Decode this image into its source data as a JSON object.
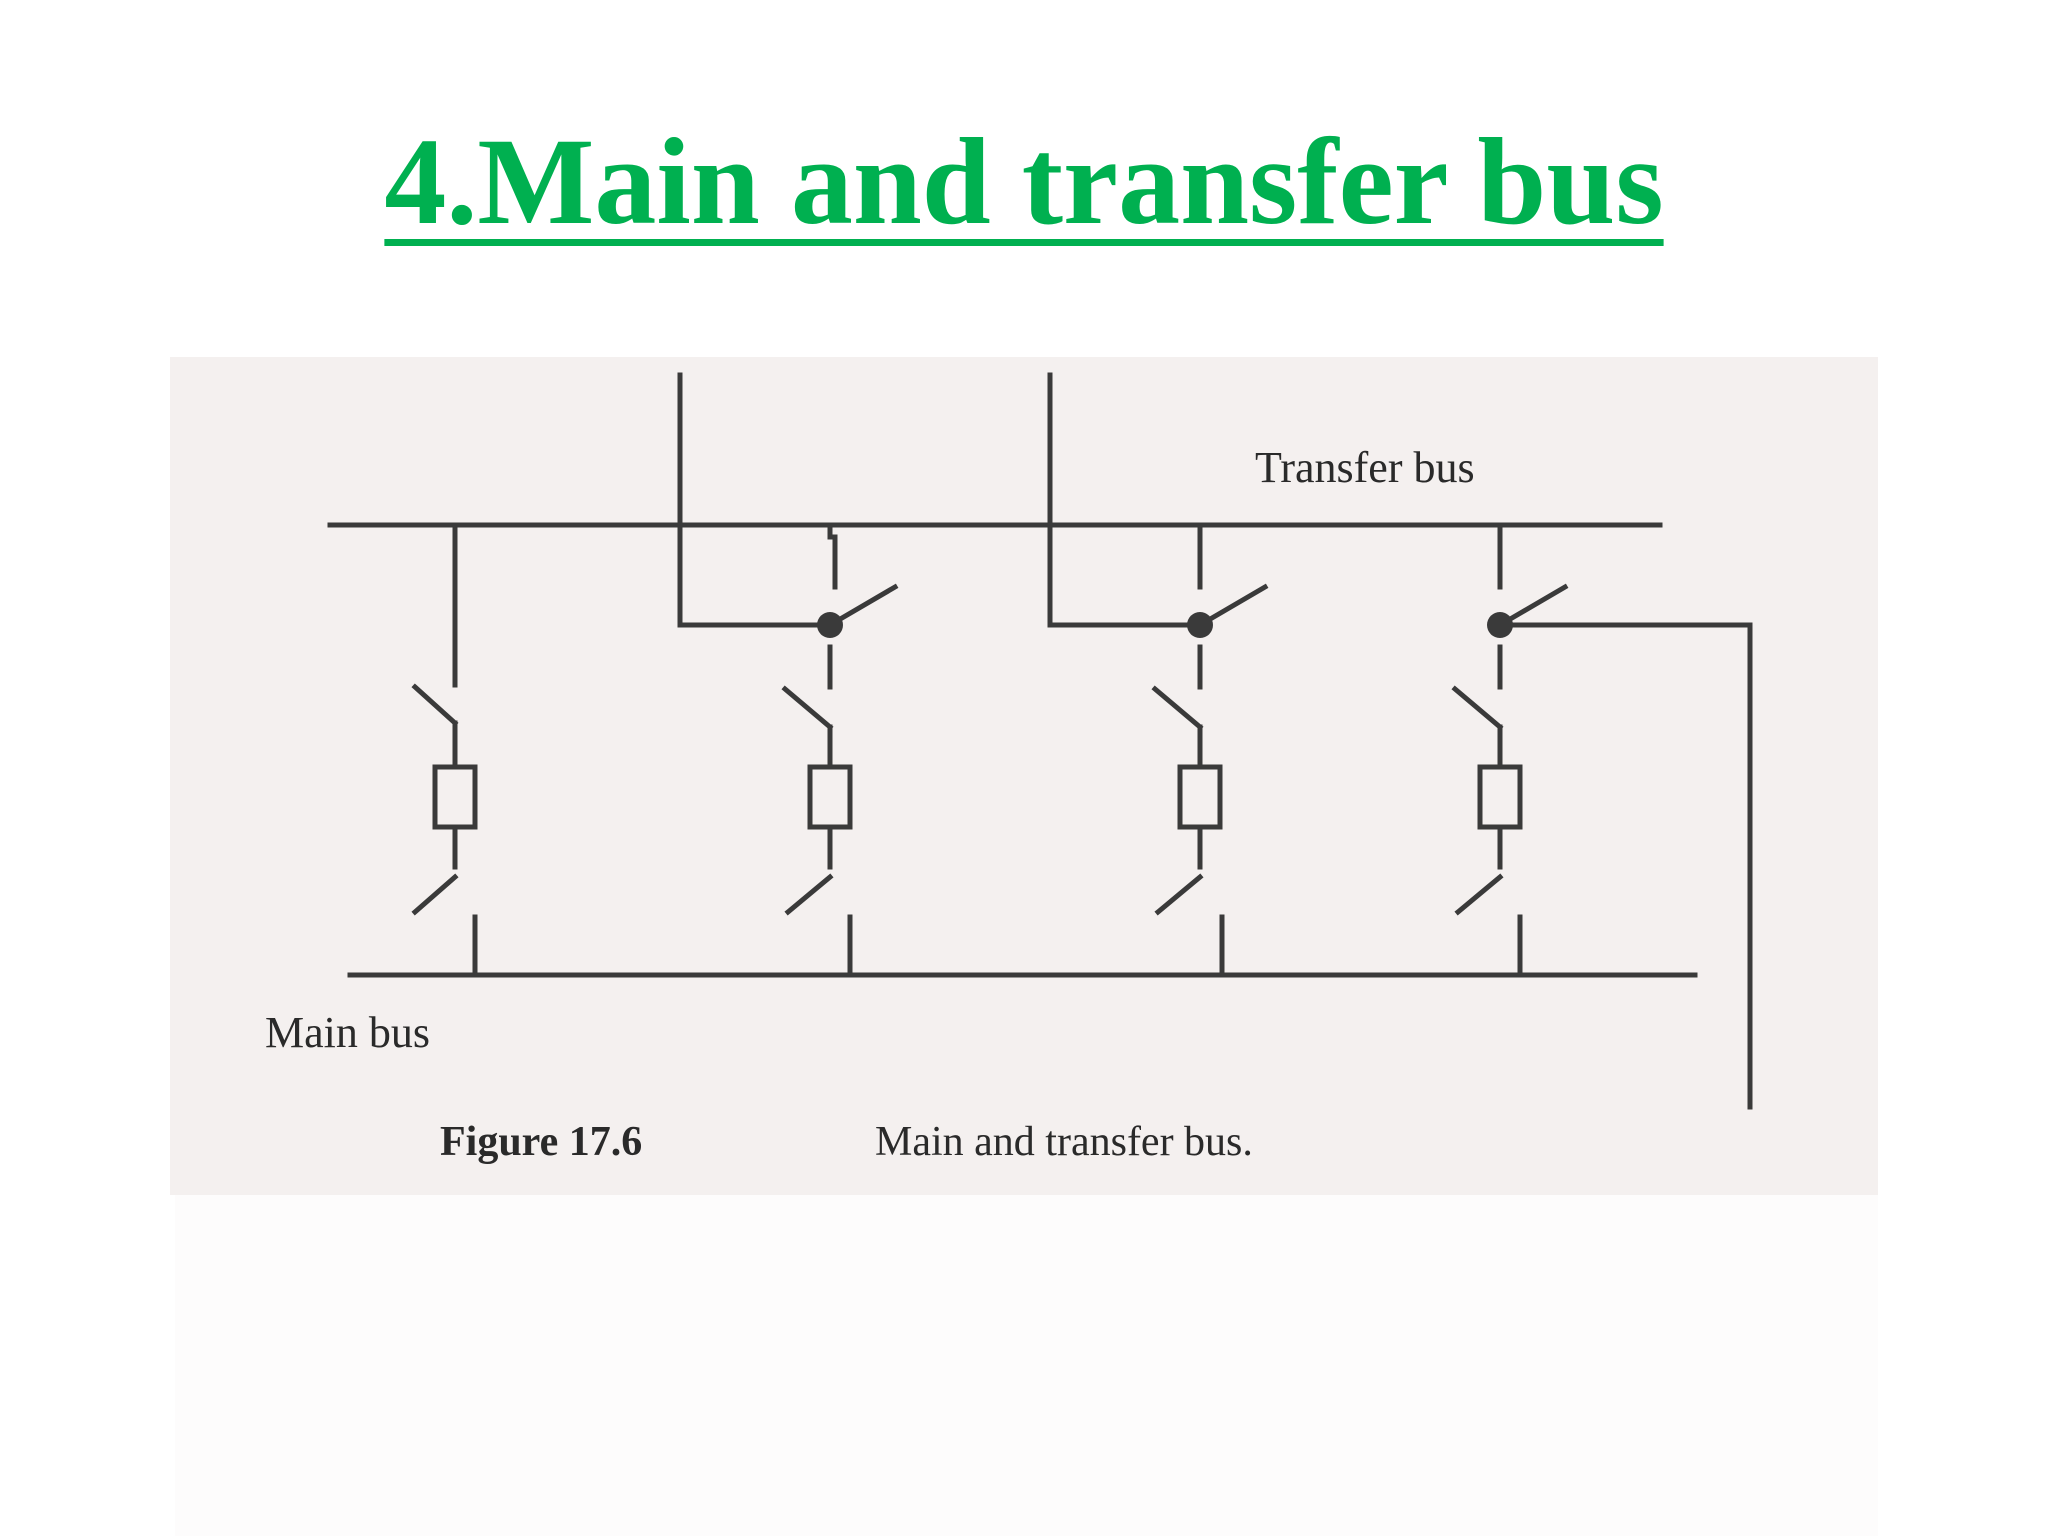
{
  "slide": {
    "title": "4.Main and transfer bus"
  },
  "figure": {
    "transfer_bus_label": "Transfer bus",
    "main_bus_label": "Main bus",
    "caption_number": "Figure 17.6",
    "caption_text": "Main and transfer bus."
  },
  "colors": {
    "title": "#00b050",
    "panel_background": "#f4f0ef",
    "line": "#3a3a3a"
  }
}
